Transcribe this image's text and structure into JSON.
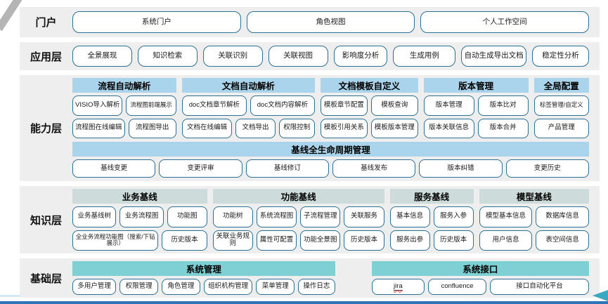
{
  "colors": {
    "band_bg": "#eeeeee",
    "box_border": "#2a7191",
    "header_blue": "#a9d4eb",
    "header_gray": "#cddcdb",
    "header_teal": "#7ed0d5",
    "accent_line": "#cfe9f5",
    "arrow": "#3aa8c0",
    "bottom_line": "#2e74b6",
    "corner": "#b5b5b5"
  },
  "layers": {
    "portal": {
      "label": "门户",
      "items": [
        {
          "label": "系统门户"
        },
        {
          "label": "角色视图"
        },
        {
          "label": "个人工作空间"
        }
      ]
    },
    "application": {
      "label": "应用层",
      "items": [
        {
          "label": "全景展现"
        },
        {
          "label": "知识检索"
        },
        {
          "label": "关联识别"
        },
        {
          "label": "关联视图"
        },
        {
          "label": "影响度分析",
          "flex": "0.9"
        },
        {
          "label": "生成用例",
          "flex": "1.05"
        },
        {
          "label": "自动生成导出文档",
          "flex": "1.1"
        },
        {
          "label": "稳定性分析",
          "flex": "0.95"
        }
      ]
    },
    "capability": {
      "label": "能力层",
      "groups": [
        {
          "title": "流程自动解析",
          "flex": "147",
          "rows": [
            [
              {
                "label": "VISIO导入解析"
              },
              {
                "label": "流程图前端展示",
                "small": true
              }
            ],
            [
              {
                "label": "流程图在线编辑",
                "flex": "1.1"
              },
              {
                "label": "流程图导出"
              }
            ]
          ]
        },
        {
          "title": "文档自动解析",
          "flex": "188",
          "rows": [
            [
              {
                "label": "doc文档章节解析"
              },
              {
                "label": "doc文档内容解析"
              }
            ],
            [
              {
                "label": "文档在线编辑",
                "flex": "1.3"
              },
              {
                "label": "文档导出"
              },
              {
                "label": "权限控制",
                "flex": "0.9"
              }
            ]
          ]
        },
        {
          "title": "文档模板自定义",
          "flex": "138",
          "rows": [
            [
              {
                "label": "模板章节配置"
              },
              {
                "label": "模板查询"
              }
            ],
            [
              {
                "label": "模板引用关系"
              },
              {
                "label": "模板版本管理"
              }
            ]
          ]
        },
        {
          "title": "版本管理",
          "flex": "148",
          "rows": [
            [
              {
                "label": "版本管理"
              },
              {
                "label": "版本比对"
              }
            ],
            [
              {
                "label": "版本关联信息"
              },
              {
                "label": "版本合并"
              }
            ]
          ]
        },
        {
          "title": "全局配置",
          "flex": "78",
          "rows": [
            [
              {
                "label": "标签管理/自定义",
                "small": true
              }
            ],
            [
              {
                "label": "产品管理"
              }
            ]
          ]
        }
      ],
      "baseline": {
        "title": "基线全生命周期管理",
        "items": [
          {
            "label": "基线变更"
          },
          {
            "label": "变更评审"
          },
          {
            "label": "基线修订"
          },
          {
            "label": "基线发布"
          },
          {
            "label": "版本纠错"
          },
          {
            "label": "变更历史"
          }
        ]
      }
    },
    "knowledge": {
      "label": "知识层",
      "groups": [
        {
          "title": "业务基线",
          "flex": "190",
          "rows": [
            [
              {
                "label": "业务基线树"
              },
              {
                "label": "业务流程图"
              },
              {
                "label": "功能图",
                "flex": "0.9"
              }
            ],
            [
              {
                "label": "全业务流程功能图（搜索/下钻展示）",
                "small": true,
                "flex": "2"
              },
              {
                "label": "历史版本"
              }
            ]
          ]
        },
        {
          "title": "功能基线",
          "flex": "242",
          "rows": [
            [
              {
                "label": "功能树"
              },
              {
                "label": "系统流程图"
              },
              {
                "label": "子流程管理"
              },
              {
                "label": "关联服务"
              }
            ],
            [
              {
                "label": "关联业务规则"
              },
              {
                "label": "属性可配置"
              },
              {
                "label": "功能全景图"
              },
              {
                "label": "历史版本"
              }
            ]
          ]
        },
        {
          "title": "服务基线",
          "flex": "118",
          "rows": [
            [
              {
                "label": "基本信息"
              },
              {
                "label": "服务入参"
              }
            ],
            [
              {
                "label": "服务出参"
              },
              {
                "label": "历史版本"
              }
            ]
          ]
        },
        {
          "title": "模型基线",
          "flex": "155",
          "rows": [
            [
              {
                "label": "模型基本信息"
              },
              {
                "label": "数据库信息"
              }
            ],
            [
              {
                "label": "用户信息"
              },
              {
                "label": "表空间信息"
              }
            ]
          ]
        }
      ]
    },
    "base": {
      "label": "基础层",
      "groups": [
        {
          "title": "系统管理",
          "flex": "372",
          "rows": [
            [
              {
                "label": "多用户管理",
                "flex": "1.15"
              },
              {
                "label": "权限管理"
              },
              {
                "label": "角色管理"
              },
              {
                "label": "组织机构管理",
                "flex": "1.3"
              },
              {
                "label": "菜单管理"
              },
              {
                "label": "操作日志",
                "flex": "0.95"
              }
            ]
          ]
        },
        {
          "title": "系统接口",
          "flex": "308",
          "rows": [
            [
              {
                "label": "jira",
                "underline": true,
                "spellcheck": true,
                "flex": "0.9"
              },
              {
                "label": "confluence"
              },
              {
                "label": "接口自动化平台",
                "flex": "1.75"
              }
            ]
          ]
        }
      ]
    }
  }
}
